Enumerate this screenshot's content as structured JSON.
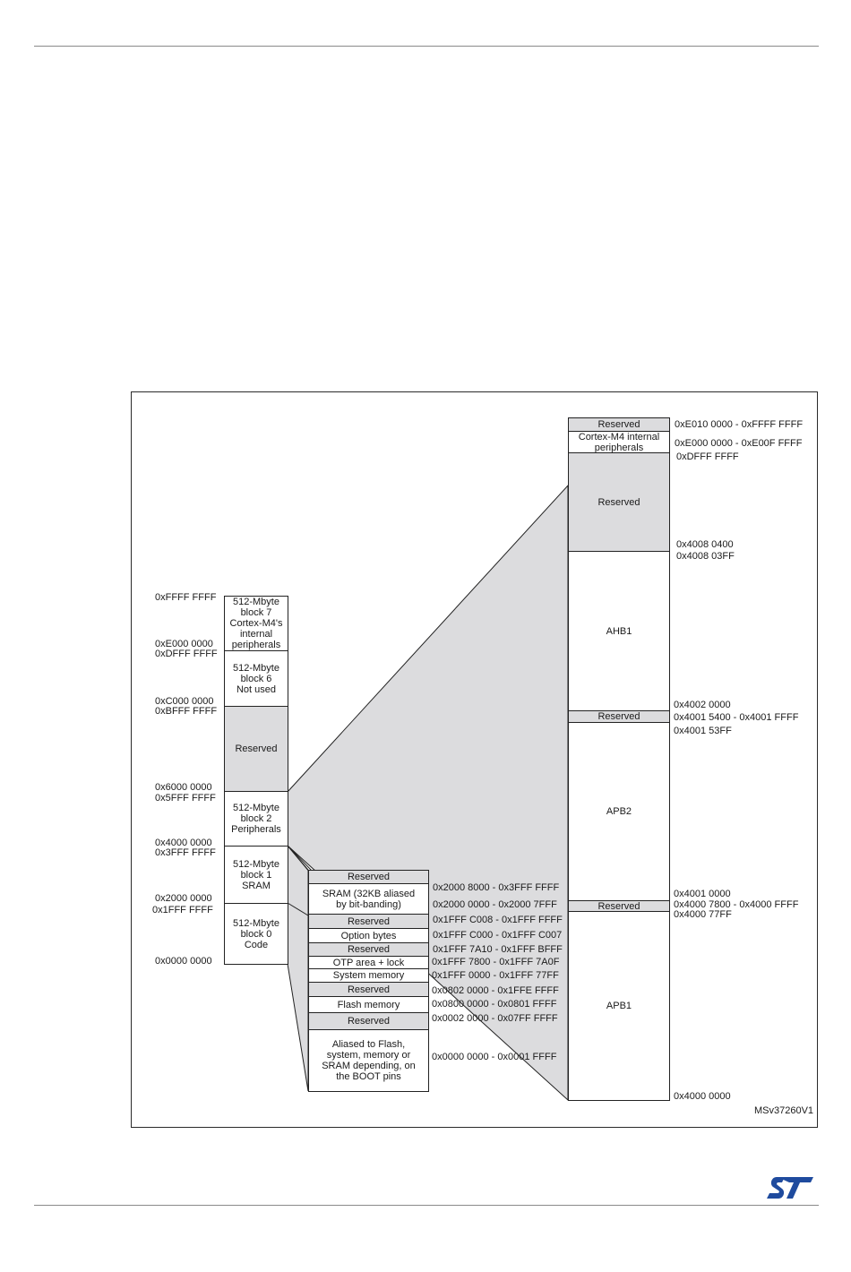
{
  "figure_ref": "MSv37260V1",
  "logo_icon": "st-logo-icon",
  "accent_color": "#1f4b9e",
  "reserved_fill": "#dcdcde",
  "main_map": {
    "blocks": [
      {
        "text": "512-Mbyte\nblock 7\nCortex-M4's\ninternal\nperipherals",
        "gray": false
      },
      {
        "text": "512-Mbyte\nblock 6\nNot used",
        "gray": false
      },
      {
        "text": "Reserved",
        "gray": true
      },
      {
        "text": "512-Mbyte\nblock 2\nPeripherals",
        "gray": false
      },
      {
        "text": "512-Mbyte\nblock 1\nSRAM",
        "gray": false
      },
      {
        "text": "512-Mbyte\nblock 0\nCode",
        "gray": false
      }
    ],
    "addresses": [
      "0xFFFF FFFF",
      "0xE000 0000",
      "0xDFFF FFFF",
      "0xC000 0000",
      "0xBFFF FFFF",
      "0x6000 0000",
      "0x5FFF FFFF",
      "0x4000 0000",
      "0x3FFF FFFF",
      "0x2000 0000",
      "0x1FFF FFFF",
      "0x0000 0000"
    ]
  },
  "code_sram_map": {
    "blocks": [
      {
        "text": "Reserved",
        "gray": true
      },
      {
        "text": "SRAM (32KB aliased\nby bit-banding)",
        "gray": false
      },
      {
        "text": "Reserved",
        "gray": true
      },
      {
        "text": "Option bytes",
        "gray": false
      },
      {
        "text": "Reserved",
        "gray": true
      },
      {
        "text": "OTP area + lock",
        "gray": false
      },
      {
        "text": "System memory",
        "gray": false
      },
      {
        "text": "Reserved",
        "gray": true
      },
      {
        "text": "Flash memory",
        "gray": false
      },
      {
        "text": "Reserved",
        "gray": true
      },
      {
        "text": "Aliased to Flash,\nsystem, memory or\nSRAM depending, on\nthe BOOT pins",
        "gray": false
      }
    ],
    "ranges": [
      "0x2000 8000 - 0x3FFF FFFF",
      "0x2000 0000 - 0x2000 7FFF",
      "0x1FFF C008 - 0x1FFF FFFF",
      "0x1FFF C000 - 0x1FFF C007",
      "0x1FFF 7A10 - 0x1FFF BFFF",
      "0x1FFF 7800 - 0x1FFF 7A0F",
      "0x1FFF 0000 - 0x1FFF 77FF",
      "0x0802 0000 - 0x1FFE FFFF",
      "0x0800 0000 - 0x0801 FFFF",
      "0x0002 0000 - 0x07FF FFFF",
      "0x0000 0000 - 0x0001 FFFF"
    ]
  },
  "peripheral_map": {
    "blocks": [
      {
        "text": "Reserved",
        "gray": true
      },
      {
        "text": "Cortex-M4 internal\nperipherals",
        "gray": false
      },
      {
        "text": "Reserved",
        "gray": true
      },
      {
        "text": "AHB1",
        "gray": false
      },
      {
        "text": "Reserved",
        "gray": true
      },
      {
        "text": "APB2",
        "gray": false
      },
      {
        "text": "Reserved",
        "gray": true
      },
      {
        "text": "APB1",
        "gray": false
      }
    ],
    "addresses": [
      "0xE010 0000 - 0xFFFF FFFF",
      "0xE000 0000 - 0xE00F FFFF",
      "0xDFFF FFFF",
      "0x4008 0400",
      "0x4008 03FF",
      "0x4002 0000",
      "0x4001 5400 - 0x4001 FFFF",
      "0x4001 53FF",
      "0x4001 0000",
      "0x4000 7800 - 0x4000 FFFF",
      "0x4000 77FF",
      "0x4000 0000"
    ]
  }
}
